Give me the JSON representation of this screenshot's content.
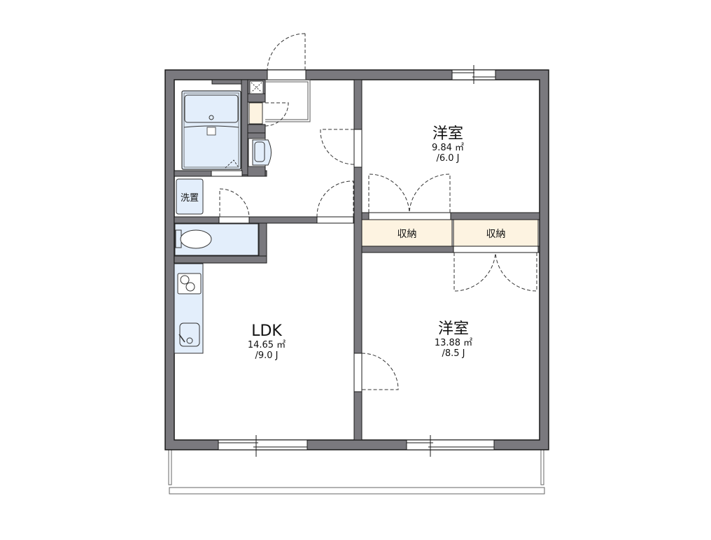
{
  "floorplan": {
    "colors": {
      "wall": "#7a797e",
      "wall_outline": "#1a1a1a",
      "wet_area": "#e3eefb",
      "storage": "#fdf3e1",
      "floor": "#ffffff"
    },
    "rooms": [
      {
        "id": "bedroom-north",
        "name": "洋室",
        "area": "9.84 ㎡",
        "tatami": "/6.0 J"
      },
      {
        "id": "bedroom-south",
        "name": "洋室",
        "area": "13.88 ㎡",
        "tatami": "/8.5 J"
      },
      {
        "id": "ldk",
        "name": "LDK",
        "area": "14.65 ㎡",
        "tatami": "/9.0 J"
      }
    ],
    "storage": [
      {
        "label": "収納"
      },
      {
        "label": "収納"
      }
    ],
    "laundry": {
      "label": "洗置"
    }
  }
}
